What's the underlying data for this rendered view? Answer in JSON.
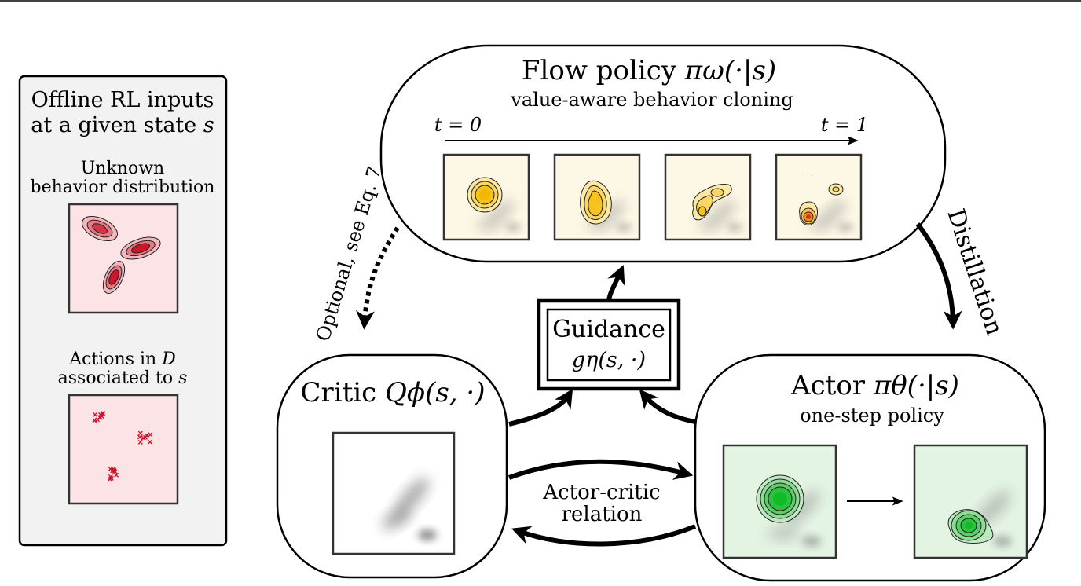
{
  "inputs_panel": {
    "title_line1": "Offline RL inputs",
    "title_line2_prefix": "at a given state ",
    "state_symbol": "s",
    "behavior_label_line1": "Unknown",
    "behavior_label_line2": "behavior distribution",
    "actions_label_line1_prefix": "Actions in ",
    "dataset_symbol": "D",
    "actions_label_line2_prefix": "associated to ",
    "actions_state_symbol": "s"
  },
  "flow_policy": {
    "title": "Flow policy",
    "title_math": "πω(·|s)",
    "subtitle": "value-aware behavior cloning",
    "t_start": "t = 0",
    "t_end": "t = 1"
  },
  "guidance": {
    "title": "Guidance",
    "math": "gη(s, ·)"
  },
  "critic": {
    "title": "Critic",
    "math": "Qϕ(s, ·)"
  },
  "actor": {
    "title": "Actor",
    "math": "πθ(·|s)",
    "subtitle": "one-step policy"
  },
  "edges": {
    "optional_label": "Optional, see Eq. 7",
    "distillation_label": "Distillation",
    "actor_critic_line1": "Actor-critic",
    "actor_critic_line2": "relation"
  },
  "colors": {
    "flow_panel_bg": "#fdf8e6",
    "flow_density": "#f5b800",
    "behavior_panel_bg": "#fbe3e6",
    "behavior_density": "#d4122a",
    "actor_panel_bg": "#e3f4e3",
    "actor_density": "#16c02c",
    "inputs_bg": "#f2f2f2"
  }
}
